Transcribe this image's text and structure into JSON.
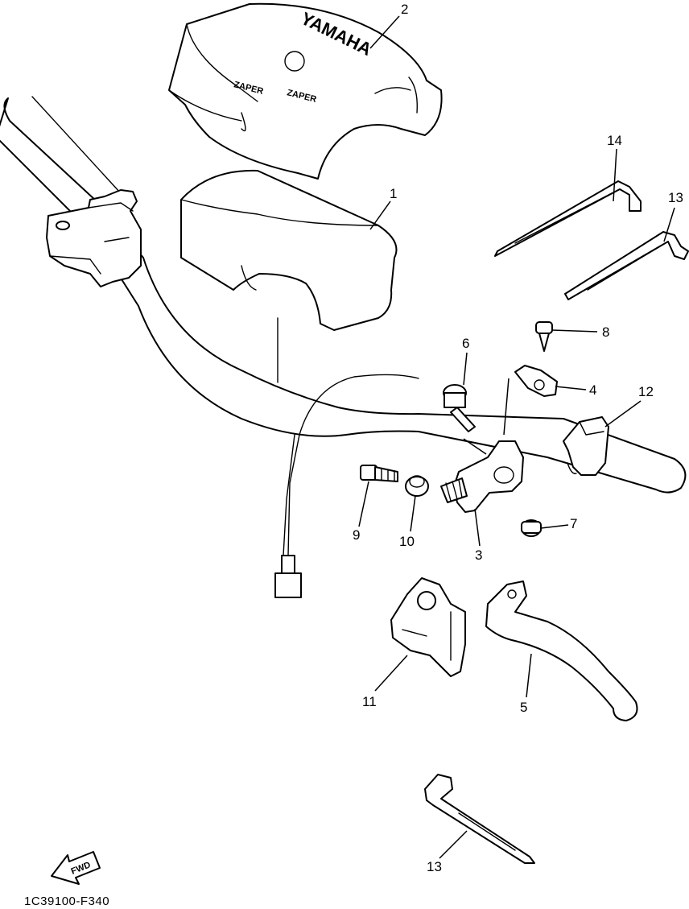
{
  "diagram": {
    "callouts": {
      "c1": "1",
      "c2": "2",
      "c3": "3",
      "c4": "4",
      "c5": "5",
      "c6": "6",
      "c7": "7",
      "c8": "8",
      "c9": "9",
      "c10": "10",
      "c11": "11",
      "c12": "12",
      "c13a": "13",
      "c13b": "13",
      "c14": "14"
    },
    "pad_cover_text": {
      "brand": "YAMAHA",
      "badge_1": "ZAPER",
      "badge_2": "ZAPER"
    },
    "direction_arrow": "FWD",
    "reference_code": "1C39100-F340"
  }
}
